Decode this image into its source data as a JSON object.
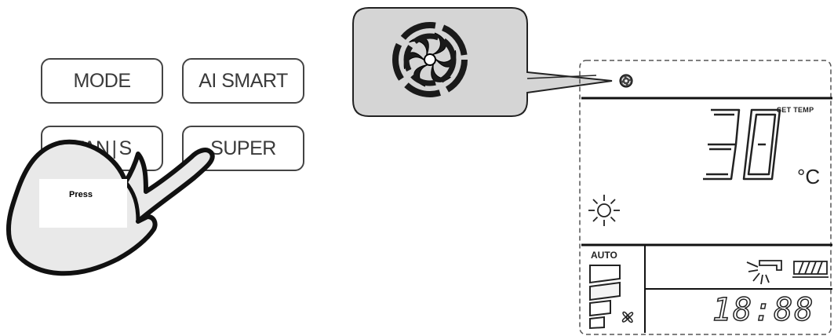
{
  "remote": {
    "buttons": {
      "mode": "MODE",
      "ai_smart": "AI SMART",
      "fan": "FAN",
      "fan_suffix": "S",
      "super": "SUPER"
    },
    "press_label": "Press"
  },
  "lcd": {
    "set_temp_label": "SET TEMP",
    "temperature_digits": "30",
    "unit": "°C",
    "fan_speed_label": "AUTO",
    "clock_digits": "18:88"
  },
  "icons": {
    "callout": "swirl-fan-icon",
    "indicator": "swirl-fan-icon",
    "mode": "sun-icon",
    "fan": "fan-icon",
    "swing": "swing-icon",
    "heater": "heater-icon"
  }
}
